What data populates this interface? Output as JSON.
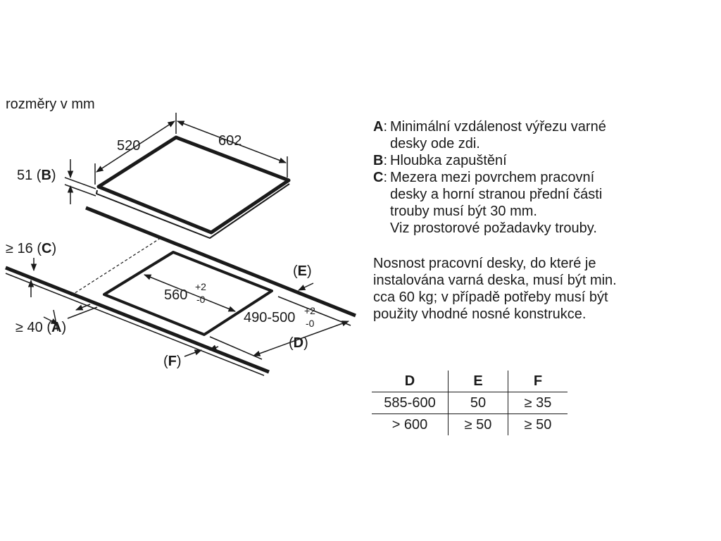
{
  "diagram": {
    "units_label": "rozměry v mm",
    "dim_width": "602",
    "dim_depth": "520",
    "dim_b_value": "51 (",
    "dim_b_key": "B",
    "dim_c_prefix": "≥ 16 (",
    "dim_c_key": "C",
    "dim_a_prefix": "≥ 40 (",
    "dim_a_key": "A",
    "cut_width": "560",
    "cut_width_tol_plus": "+2",
    "cut_width_tol_minus": "-0",
    "cut_depth": "490-500",
    "cut_depth_tol_plus": "+2",
    "cut_depth_tol_minus": "-0",
    "paren_open": "(",
    "paren_close": ")",
    "label_e": "E",
    "label_d": "D",
    "label_f": "F"
  },
  "legend": {
    "items": [
      {
        "key": "A",
        "lines": [
          "Minimální vzdálenost výřezu varné",
          "desky ode zdi."
        ]
      },
      {
        "key": "B",
        "lines": [
          "Hloubka zapuštění"
        ]
      },
      {
        "key": "C",
        "lines": [
          "Mezera mezi povrchem pracovní",
          "desky a horní stranou přední části",
          "trouby musí být 30 mm.",
          "Viz prostorové požadavky trouby."
        ]
      }
    ],
    "separator": ":"
  },
  "note": {
    "lines": [
      "Nosnost pracovní desky, do které je",
      "instalována varná deska, musí být min.",
      "cca 60 kg; v případě potřeby musí být",
      "použity vhodné nosné konstrukce."
    ]
  },
  "table": {
    "headers": [
      "D",
      "E",
      "F"
    ],
    "rows": [
      [
        "585-600",
        "50",
        "≥ 35"
      ],
      [
        "> 600",
        "≥ 50",
        "≥ 50"
      ]
    ]
  }
}
